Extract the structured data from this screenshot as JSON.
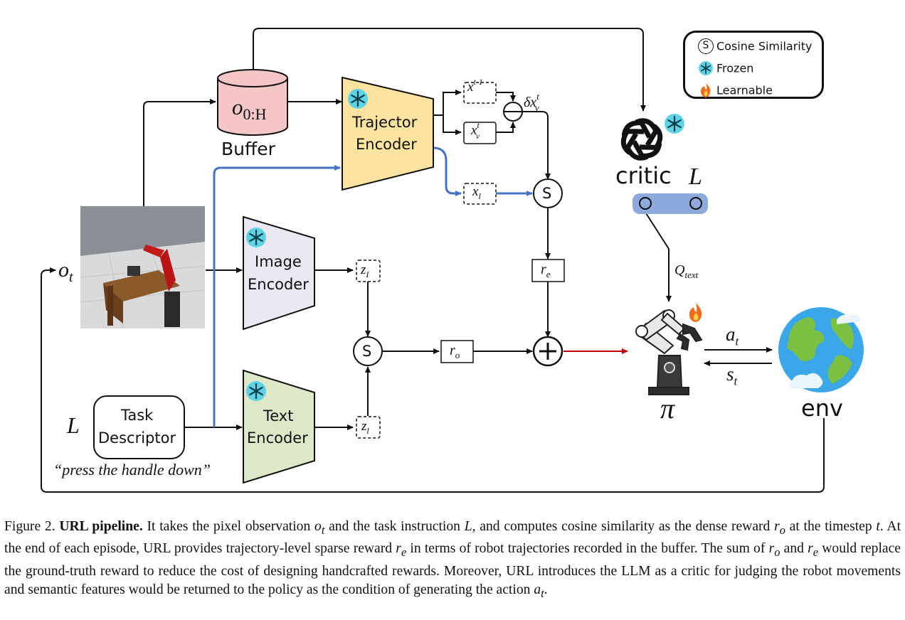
{
  "buffer": {
    "symbol": "o",
    "symbol_sub": "0:H",
    "label": "Buffer"
  },
  "trajectory_encoder": {
    "line1": "Trajector",
    "line2": "Encoder"
  },
  "image_encoder": {
    "line1": "Image",
    "line2": "Encoder"
  },
  "text_encoder": {
    "line1": "Text",
    "line2": "Encoder"
  },
  "task_descriptor": {
    "line1": "Task",
    "line2": "Descriptor",
    "example": "“press the handle down”",
    "L_label": "L"
  },
  "observation": {
    "symbol": "o",
    "sub": "t"
  },
  "vars": {
    "xv_prev": "x",
    "xv_prev_sub": "v",
    "xv_prev_sup": "t-1",
    "xv": "x",
    "xv_sub": "v",
    "xv_sup": "t",
    "delta": "δx",
    "delta_sub": "v",
    "delta_sup": "t",
    "xl": "x",
    "xl_sub": "l",
    "zI": "z",
    "zI_sub": "I",
    "zl": "z",
    "zl_sub": "l",
    "re": "r",
    "re_sub": "e",
    "ro": "r",
    "ro_sub": "o",
    "S": "S"
  },
  "critic": {
    "label": "critic",
    "L": "L",
    "q": "Q",
    "q_sub": "text"
  },
  "policy": {
    "symbol": "π"
  },
  "action": {
    "a": "a",
    "a_sub": "t",
    "s": "s",
    "s_sub": "t"
  },
  "env": {
    "label": "env"
  },
  "legend": {
    "cosine": "Cosine Similarity",
    "frozen": "Frozen",
    "learnable": "Learnable",
    "s_symbol": "S"
  },
  "colors": {
    "buffer": "#f4c6c6",
    "trajectory_encoder": "#fde3a0",
    "image_encoder": "#eae8f3",
    "text_encoder": "#dde8c9",
    "blue_arrow": "#4472c4",
    "red_arrow": "#c00000",
    "critic_bar": "#8ea9db",
    "frozen": "#5fd3e6",
    "flame": "#f26b1d"
  },
  "caption": {
    "figure_no": "Figure 2.",
    "title": "URL pipeline.",
    "seg1": " It takes the pixel observation ",
    "m1": "o",
    "m1_sub": "t",
    "seg2": " and the task instruction ",
    "m2": "L",
    "seg3": ", and computes cosine similarity as the dense reward ",
    "m3": "r",
    "m3_sub": "o",
    "seg4": " at the timestep ",
    "m4": "t",
    "seg5": ". At the end of each episode, URL provides trajectory-level sparse reward ",
    "m5": "r",
    "m5_sub": "e",
    "seg6": " in terms of robot trajectories recorded in the buffer. The sum of ",
    "m6": "r",
    "m6_sub": "o",
    "seg7": " and ",
    "m7": "r",
    "m7_sub": "e",
    "seg8": " would replace the ground-truth reward to reduce the cost of designing handcrafted rewards. Moreover, URL introduces the LLM as a critic for judging the robot movements and semantic features would be returned to the policy as the condition of generating the action ",
    "m8": "a",
    "m8_sub": "t",
    "seg9": "."
  }
}
